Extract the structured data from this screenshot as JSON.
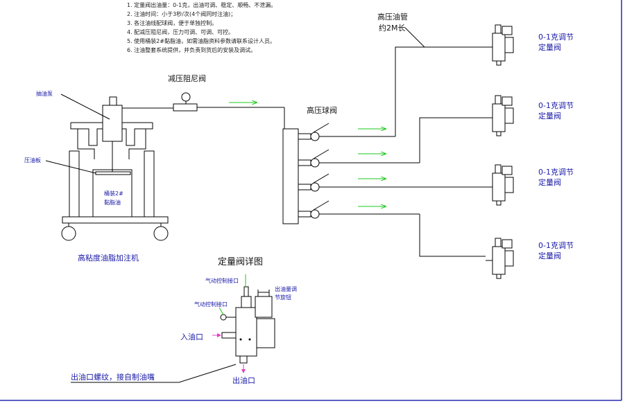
{
  "notes": [
    "1. 定量阀出油量：0-1克，出油可调、稳定、顺畅、不泄漏。",
    "2. 注油时间：小于3秒/次(4个阀同时注油)；",
    "3. 各注油线配球阀，便于单独控制。",
    "4. 配减压阻尼阀，压力可调、可调、可控。",
    "5. 使用桶装2#黏脂油，如需油脂资料参数请联系设计人员。",
    "6. 注油整套系统提供，并负责到货后的安装及调试。"
  ],
  "labels": {
    "pressure_pipe_1": "高压油管",
    "pressure_pipe_2": "约2M长",
    "reducer_valve": "减压阻尼阀",
    "ball_valve": "高压球阀",
    "pump": "抽油泵",
    "press_plate": "压油板",
    "barrel_1": "桶装2#",
    "barrel_2": "黏脂油",
    "machine_title": "高粘度油脂加注机",
    "detail_title": "定量阀详图",
    "air_port_1": "气动控制接口",
    "air_port_2": "气动控制接口",
    "adjust_1": "出油量调",
    "adjust_2": "节旋钮",
    "inlet": "入油口",
    "outlet": "出油口",
    "outlet_note": "出油口螺纹，接自制油嘴"
  },
  "outputs": [
    {
      "line1": "0-1克调节",
      "line2": "定量阀"
    },
    {
      "line1": "0-1克调节",
      "line2": "定量阀"
    },
    {
      "line1": "0-1克调节",
      "line2": "定量阀"
    },
    {
      "line1": "0-1克调节",
      "line2": "定量阀"
    }
  ],
  "colors": {
    "text_blue": "#1a1aa8",
    "arrow_green": "#19c919",
    "arrow_pink": "#e040c0",
    "frame_blue": "#2a2ab0"
  }
}
